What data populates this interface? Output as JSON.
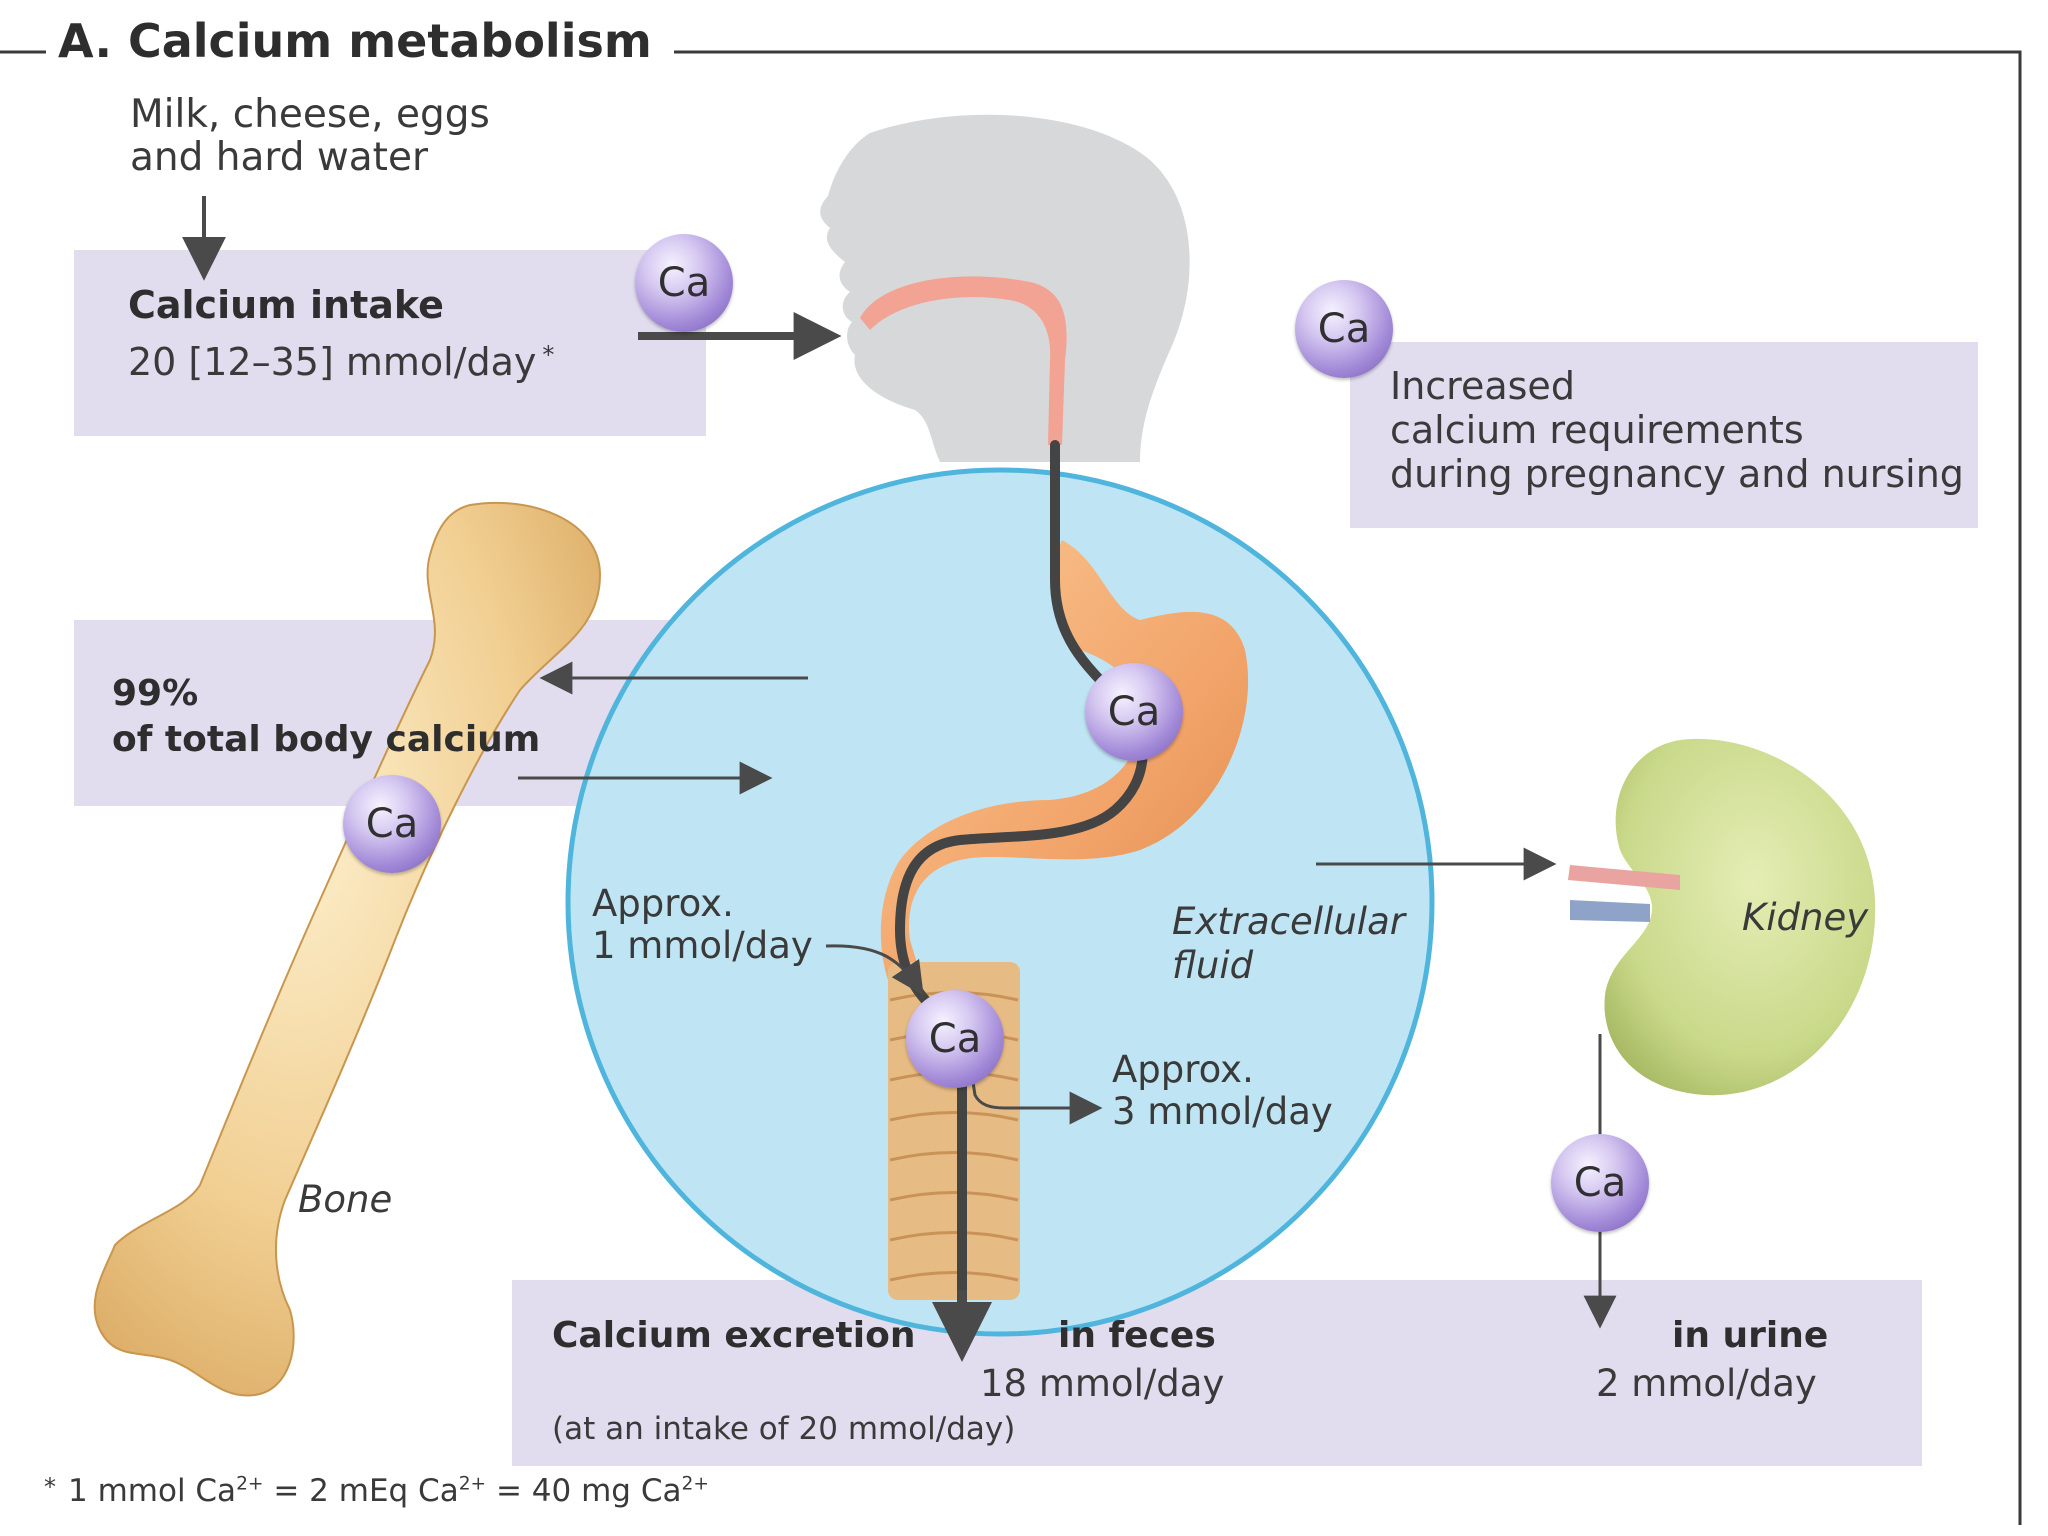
{
  "title": "A.  Calcium metabolism",
  "sources": {
    "line1": "Milk, cheese, eggs",
    "line2": "and hard water"
  },
  "intake": {
    "label": "Calcium intake",
    "value": "20 [12–35] mmol/day",
    "footnote_mark": "*"
  },
  "ca_label": "Ca",
  "pregnancy": {
    "line1": "Increased",
    "line2": "calcium requirements",
    "line3": "during pregnancy and nursing"
  },
  "bone_box": {
    "percent": "99%",
    "text": "of total body calcium"
  },
  "bone_label": "Bone",
  "kidney_label": "Kidney",
  "ecf_label": {
    "line1": "Extracellular",
    "line2": "fluid"
  },
  "secretion": {
    "line1": "Approx.",
    "line2": "1 mmol/day"
  },
  "absorption": {
    "line1": "Approx.",
    "line2": "3 mmol/day"
  },
  "excretion": {
    "label": "Calcium excretion",
    "note": "(at an intake of 20 mmol/day)",
    "feces_label": "in feces",
    "feces_value": "18 mmol/day",
    "urine_label": "in urine",
    "urine_value": "2 mmol/day"
  },
  "footnote": {
    "star": "*",
    "part1": "1 mmol Ca",
    "charge": "2+",
    "part2": " = 2 mEq Ca",
    "part3": " = 40 mg Ca"
  },
  "colors": {
    "panel": "#e1ddef",
    "ecf_circle": "#bfe5f4",
    "ecf_outline": "#4fb5dd",
    "ca_ball": "#a38ad8",
    "bone": "#f1cf92",
    "kidney": "#c9d98a",
    "stomach": "#f2a46a",
    "esophagus": "#f2a394",
    "head": "#d6d8da",
    "arrow": "#4a4a4a"
  }
}
